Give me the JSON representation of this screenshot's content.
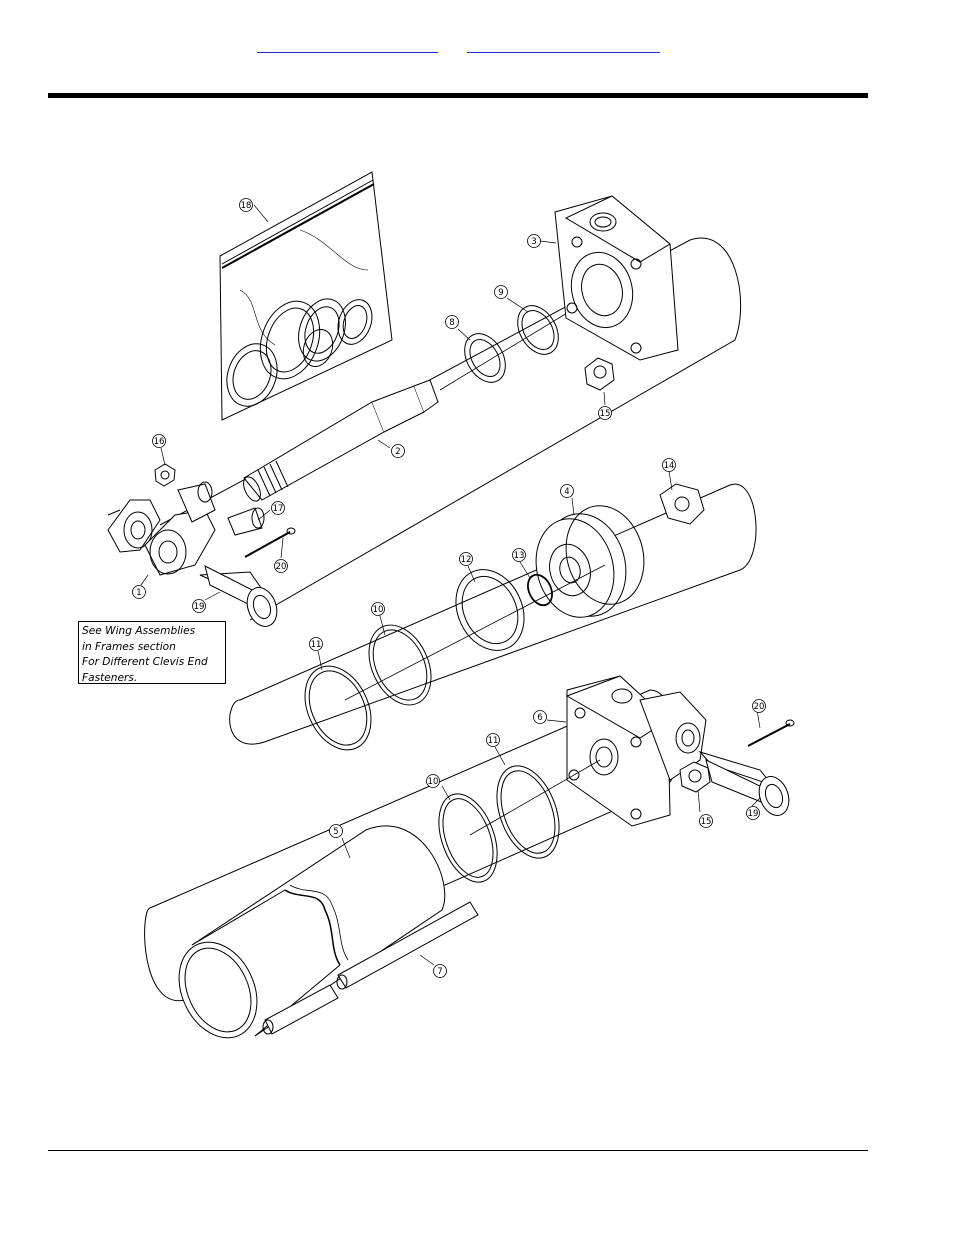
{
  "header": {
    "links": [
      {
        "id": "link1"
      },
      {
        "id": "link2"
      }
    ]
  },
  "diagram": {
    "callouts": [
      "1",
      "2",
      "3",
      "4",
      "5",
      "6",
      "7",
      "8",
      "9",
      "10",
      "10",
      "11",
      "11",
      "12",
      "13",
      "14",
      "15",
      "15",
      "16",
      "17",
      "18",
      "19",
      "19",
      "20",
      "20"
    ],
    "note_lines": [
      "See Wing Assemblies",
      "in Frames section",
      "For Different Clevis End",
      "Fasteners."
    ]
  }
}
